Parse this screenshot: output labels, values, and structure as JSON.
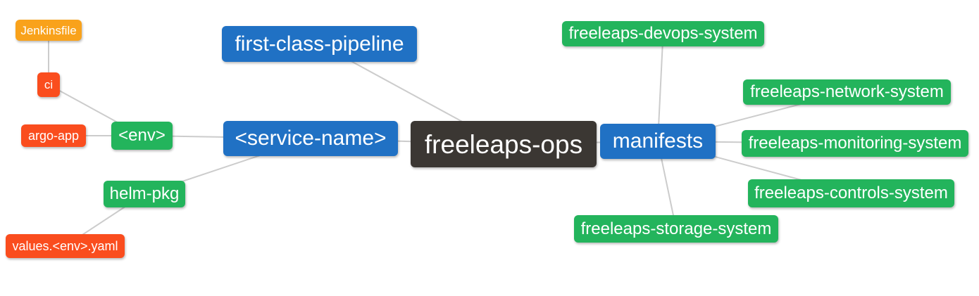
{
  "diagram": {
    "type": "mindmap",
    "background": "#ffffff",
    "edge_color": "#cccccc",
    "palette": {
      "root": "#3b3733",
      "primary": "#2071c4",
      "green": "#23b45c",
      "red": "#fa4d1e",
      "orange": "#f9a21b"
    },
    "root_label": "freeleaps-ops",
    "nodes": [
      {
        "id": "freeleaps-ops",
        "label": "freeleaps-ops",
        "color": "root"
      },
      {
        "id": "first-class-pipeline",
        "label": "first-class-pipeline",
        "color": "primary"
      },
      {
        "id": "service-name",
        "label": "<service-name>",
        "color": "primary"
      },
      {
        "id": "manifests",
        "label": "manifests",
        "color": "primary"
      },
      {
        "id": "env",
        "label": "<env>",
        "color": "green"
      },
      {
        "id": "helm-pkg",
        "label": "helm-pkg",
        "color": "green"
      },
      {
        "id": "ci",
        "label": "ci",
        "color": "red"
      },
      {
        "id": "argo-app",
        "label": "argo-app",
        "color": "red"
      },
      {
        "id": "jenkinsfile",
        "label": "Jenkinsfile",
        "color": "orange"
      },
      {
        "id": "values-env-yaml",
        "label": "values.<env>.yaml",
        "color": "red"
      },
      {
        "id": "freeleaps-devops-system",
        "label": "freeleaps-devops-system",
        "color": "green"
      },
      {
        "id": "freeleaps-network-system",
        "label": "freeleaps-network-system",
        "color": "green"
      },
      {
        "id": "freeleaps-monitoring-system",
        "label": "freeleaps-monitoring-system",
        "color": "green"
      },
      {
        "id": "freeleaps-controls-system",
        "label": "freeleaps-controls-system",
        "color": "green"
      },
      {
        "id": "freeleaps-storage-system",
        "label": "freeleaps-storage-system",
        "color": "green"
      }
    ],
    "edges": [
      [
        "jenkinsfile",
        "ci"
      ],
      [
        "ci",
        "env"
      ],
      [
        "argo-app",
        "env"
      ],
      [
        "env",
        "service-name"
      ],
      [
        "helm-pkg",
        "service-name"
      ],
      [
        "values-env-yaml",
        "helm-pkg"
      ],
      [
        "service-name",
        "freeleaps-ops"
      ],
      [
        "first-class-pipeline",
        "freeleaps-ops"
      ],
      [
        "freeleaps-ops",
        "manifests"
      ],
      [
        "manifests",
        "freeleaps-devops-system"
      ],
      [
        "manifests",
        "freeleaps-network-system"
      ],
      [
        "manifests",
        "freeleaps-monitoring-system"
      ],
      [
        "manifests",
        "freeleaps-controls-system"
      ],
      [
        "manifests",
        "freeleaps-storage-system"
      ]
    ]
  }
}
